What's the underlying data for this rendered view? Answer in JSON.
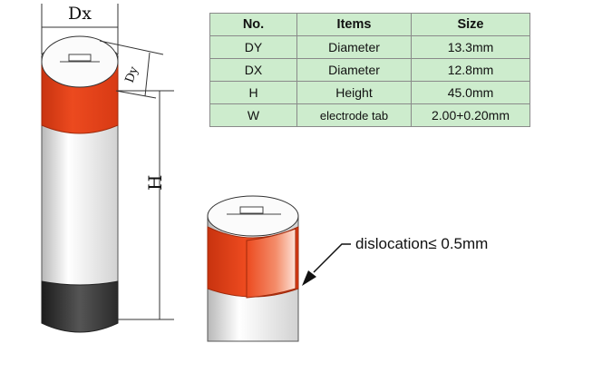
{
  "labels": {
    "dx": "Dx",
    "dy": "Dy",
    "h": "H",
    "dislocation": "dislocation≤ 0.5mm"
  },
  "table": {
    "headers": [
      "No.",
      "Items",
      "Size"
    ],
    "rows": [
      [
        "DY",
        "Diameter",
        "13.3mm"
      ],
      [
        "DX",
        "Diameter",
        "12.8mm"
      ],
      [
        "H",
        "Height",
        "45.0mm"
      ],
      [
        "W",
        "electrode tab",
        "2.00+0.20mm"
      ]
    ]
  },
  "colors": {
    "sleeve": "#e8431c",
    "table_cell": "#cdeccd",
    "bottom_cap": "#3a3a3a"
  }
}
